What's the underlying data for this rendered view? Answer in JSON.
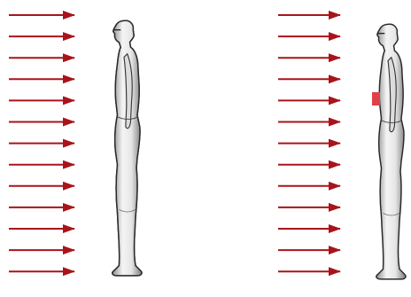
{
  "figure": {
    "panels": [
      {
        "id": "left",
        "arrow_count": 13,
        "outline": true,
        "patch": false
      },
      {
        "id": "right",
        "arrow_count": 13,
        "outline": false,
        "patch": true
      }
    ],
    "colors": {
      "arrow": "#a8141a",
      "outline": "#4a8ac4",
      "patch": "#e0404a",
      "body_fill": "#ececec",
      "body_shadow": "#8e8e8e",
      "body_edge": "#2a2a2a"
    }
  }
}
